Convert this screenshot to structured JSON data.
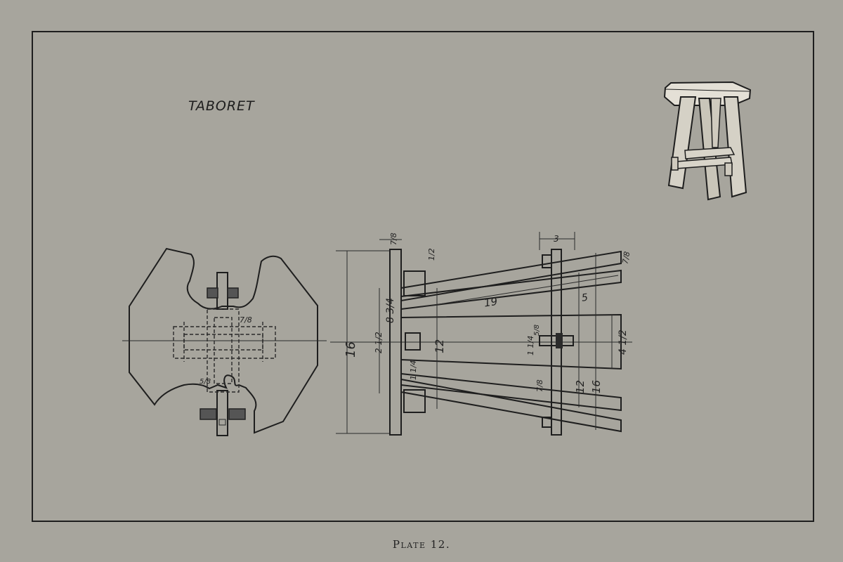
{
  "drawing": {
    "title": "TABORET",
    "caption": "Plate 12."
  },
  "dimensions": {
    "top_thickness": "7/8",
    "leg_spread": "3",
    "brace_thickness": "7/8",
    "shelf_height": "1/2",
    "leg_length": "19",
    "rail_offset": "5",
    "rail_height": "8 3/4",
    "overall_height": "16",
    "leg_height": "12",
    "tenon_width": "2 1/2",
    "key_offset": "4 1/2",
    "key_small": "5/8",
    "key_length": "1 1/4",
    "tenon_depth": "1 1/4",
    "side_brace": "7/8",
    "side_height_a": "12",
    "side_height_b": "16",
    "section_small": "7/8"
  }
}
